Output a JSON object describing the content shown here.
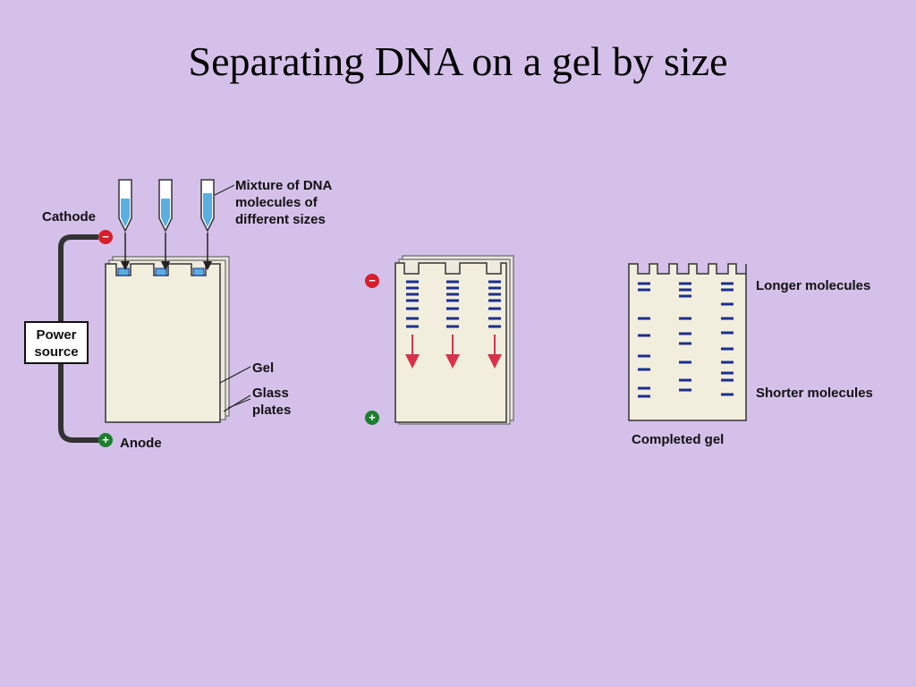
{
  "title": "Separating DNA on a gel by size",
  "colors": {
    "background": "#d5c0ea",
    "gel_fill": "#f2eedd",
    "dna_blue": "#1b2f8f",
    "liquid_blue": "#5aaee0",
    "arrow_red": "#d8324a",
    "cathode_red": "#d91e2b",
    "anode_green": "#1b7f2e"
  },
  "icons": [
    "micropipette-tube-icon",
    "negative-electrode-icon",
    "positive-electrode-icon",
    "downward-migration-arrow-icon"
  ],
  "panel1": {
    "cathode_label": "Cathode",
    "anode_label": "Anode",
    "negative_sign": "−",
    "positive_sign": "+",
    "power_source_line1": "Power",
    "power_source_line2": "source",
    "mixture_line1": "Mixture of DNA",
    "mixture_line2": "molecules of",
    "mixture_line3": "different sizes",
    "gel_label": "Gel",
    "glass_line1": "Glass",
    "glass_line2": "plates"
  },
  "panel2": {
    "negative_sign": "−",
    "positive_sign": "+"
  },
  "panel3": {
    "longer_label": "Longer molecules",
    "shorter_label": "Shorter molecules",
    "completed_label": "Completed gel"
  }
}
